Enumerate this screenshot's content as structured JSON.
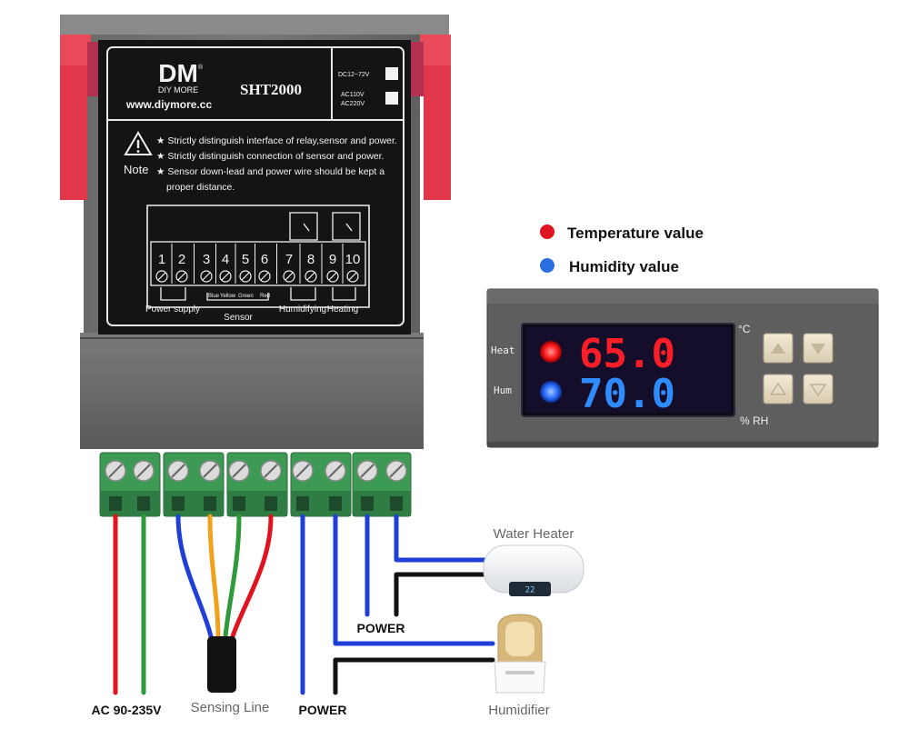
{
  "controller_label": {
    "brand_logo": "DM",
    "brand_sub": "DIY MORE",
    "brand_reg": "®",
    "website": "www.diymore.cc",
    "model": "SHT2000",
    "volt_dc": "DC12~72V",
    "volt_ac1": "AC110V",
    "volt_ac2": "AC220V",
    "note_label": "Note",
    "warnings": [
      "★ Strictly distinguish interface of relay,sensor and power.",
      "★ Strictly distinguish connection of sensor and power.",
      "★ Sensor down-lead and power wire should be kept a",
      "proper distance."
    ],
    "terminals": [
      "1",
      "2",
      "3",
      "4",
      "5",
      "6",
      "7",
      "8",
      "9",
      "10"
    ],
    "wire_colors_small": [
      "Blue",
      "Yellow",
      "Green",
      "Red"
    ],
    "group_labels": {
      "power_supply": "Power supply",
      "sensor": "Sensor",
      "humidifying": "Humidifying",
      "heating": "Heating"
    }
  },
  "legend": {
    "temperature": {
      "label": "Temperature value",
      "color": "#e0141e"
    },
    "humidity": {
      "label": "Humidity value",
      "color": "#2a6fe0"
    }
  },
  "display": {
    "heat_label": "Heat",
    "hum_label": "Hum",
    "temperature_reading": "65.0",
    "humidity_reading": "70.0",
    "unit_celsius": "°C",
    "unit_rh": "% RH",
    "buttons": [
      "up-arrow",
      "down-arrow",
      "up-arrow",
      "down-arrow"
    ]
  },
  "wiring": {
    "ac_label": "AC 90-235V",
    "sensing_line_label": "Sensing Line",
    "power_label_bottom": "POWER",
    "power_label_mid": "POWER",
    "water_heater_label": "Water Heater",
    "humidifier_label": "Humidifier",
    "water_heater_screen": "22",
    "colors": {
      "red": "#e0141e",
      "green": "#2e9a3a",
      "blue": "#1f3fd6",
      "yellow": "#f0a21c",
      "black": "#111111"
    }
  }
}
